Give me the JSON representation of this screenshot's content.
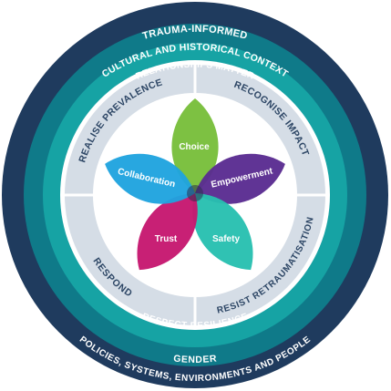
{
  "rings": {
    "trauma_informed": "TRAUMA-INFORMED",
    "cultural_historical": "CULTURAL AND HISTORICAL CONTEXT",
    "relationships_matter": "RELATIONSHIPS MATTER",
    "respect_resilience": "RESPECT RESILIENCE",
    "gender": "GENDER",
    "policies": "POLICIES, SYSTEMS, ENVIRONMENTS AND PEOPLE"
  },
  "quadrants": {
    "realise": "REALISE PREVALENCE",
    "recognise": "RECOGNISE IMPACT",
    "respond": "RESPOND",
    "resist": "RESIST RETRAUMATISATION"
  },
  "petals": {
    "choice": "Choice",
    "empowerment": "Empowerment",
    "safety": "Safety",
    "trust": "Trust",
    "collaboration": "Collaboration"
  },
  "colors": {
    "navy": "#1f3b5e",
    "teal_dark": "#0f7a89",
    "teal_mid": "#16a3a4",
    "teal_light": "#2ec4b6",
    "quad_bg": "#d5dde6",
    "choice": "#7dc142",
    "empowerment": "#5a2c91",
    "safety": "#28c0b0",
    "trust": "#c6176f",
    "collaboration": "#1fa3df"
  }
}
